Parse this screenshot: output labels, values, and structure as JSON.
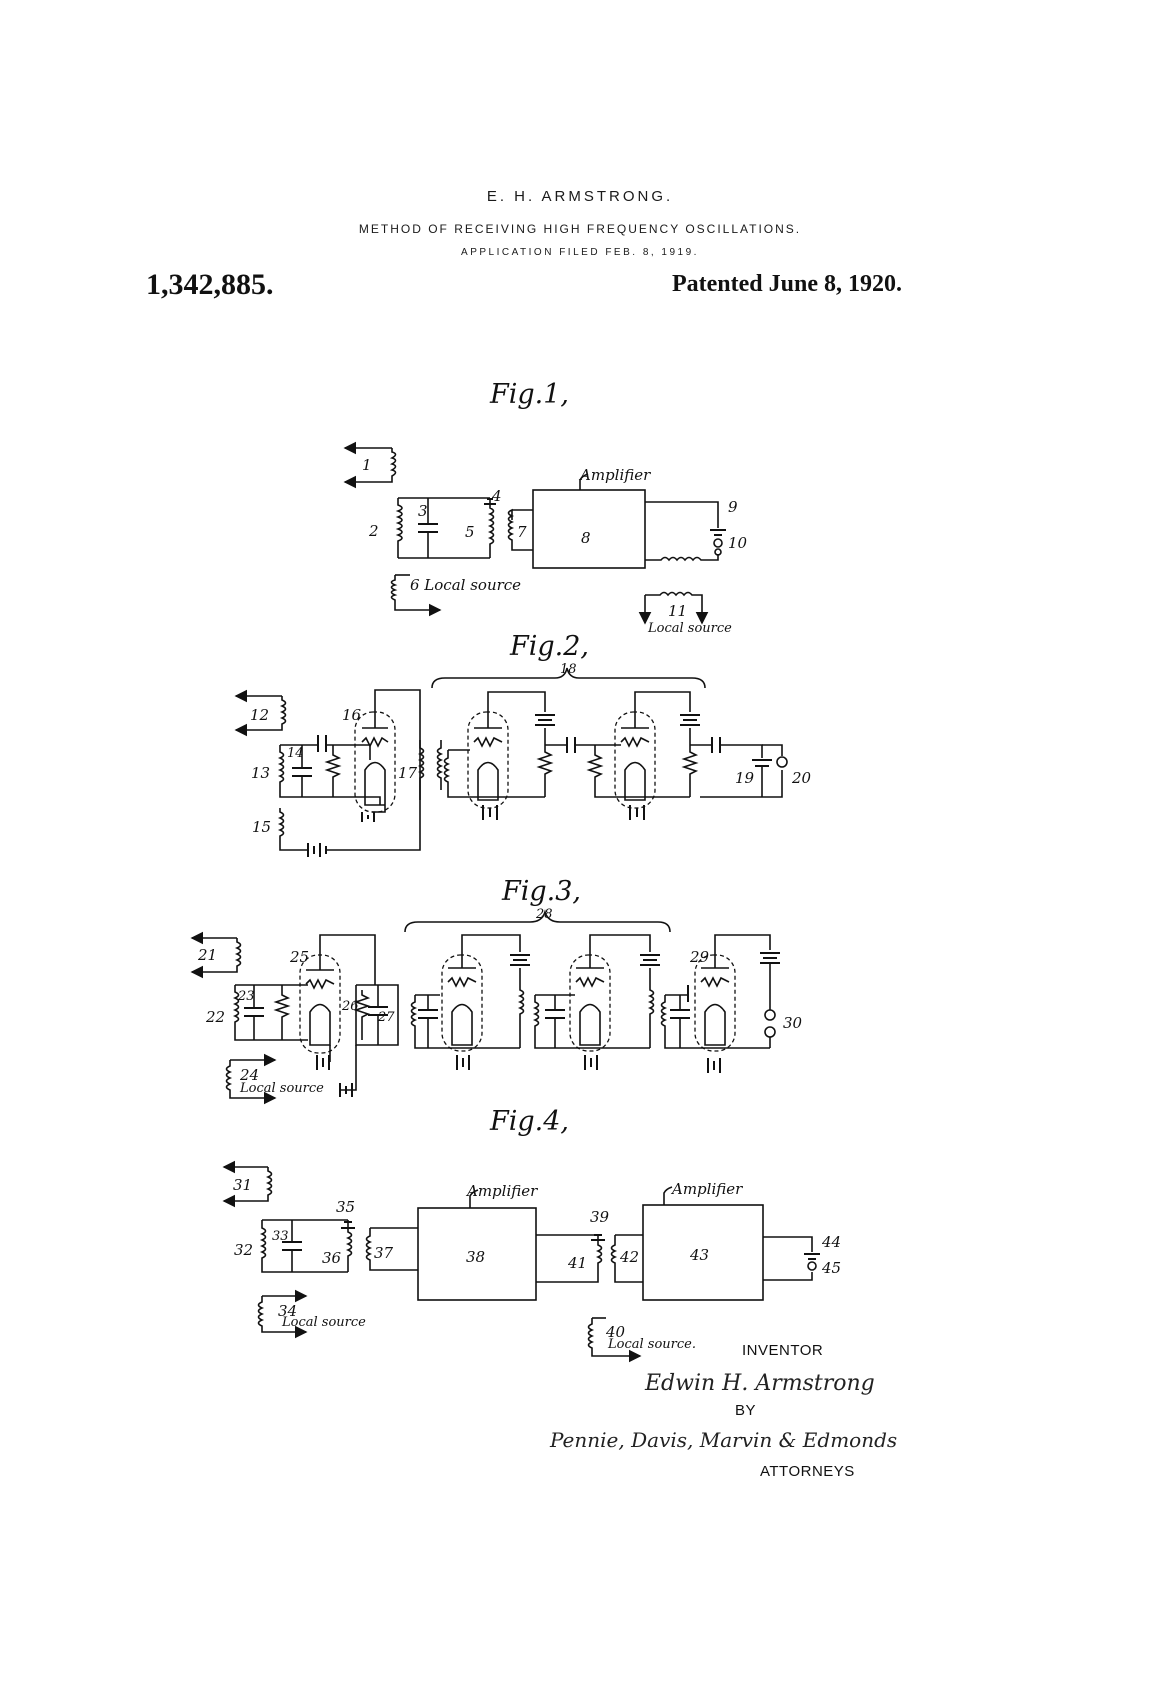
{
  "header": {
    "inventor": "E. H. ARMSTRONG.",
    "title": "METHOD OF RECEIVING HIGH FREQUENCY OSCILLATIONS.",
    "filing": "APPLICATION FILED FEB. 8, 1919.",
    "patent_number": "1,342,885.",
    "patented_date": "Patented June 8, 1920."
  },
  "figures": {
    "fig1": {
      "title": "Fig.1,",
      "amplifier": "Amplifier",
      "ref_1": "1",
      "ref_2": "2",
      "ref_3": "3",
      "ref_4": "4",
      "ref_5": "5",
      "ref_7": "7",
      "ref_8": "8",
      "ref_9": "9",
      "ref_10": "10",
      "local_6": "6 Local source",
      "ref_11": "11",
      "local_11": "Local source"
    },
    "fig2": {
      "title": "Fig.2,",
      "ref_12": "12",
      "ref_13": "13",
      "ref_14": "14",
      "ref_15": "15",
      "ref_16": "16",
      "ref_17": "17",
      "ref_18": "18",
      "ref_19": "19",
      "ref_20": "20"
    },
    "fig3": {
      "title": "Fig.3,",
      "ref_21": "21",
      "ref_22": "22",
      "ref_23": "23",
      "ref_25": "25",
      "ref_26": "26",
      "ref_27": "27",
      "ref_28": "28",
      "ref_29": "29",
      "ref_30": "30",
      "ref_24": "24",
      "local_24": "Local source"
    },
    "fig4": {
      "title": "Fig.4,",
      "amplifier_1": "Amplifier",
      "amplifier_2": "Amplifier",
      "ref_31": "31",
      "ref_32": "32",
      "ref_33": "33",
      "ref_35": "35",
      "ref_36": "36",
      "ref_37": "37",
      "ref_38": "38",
      "ref_39": "39",
      "ref_41": "41",
      "ref_42": "42",
      "ref_43": "43",
      "ref_44": "44",
      "ref_45": "45",
      "ref_34": "34",
      "local_34": "Local source",
      "ref_40": "40",
      "local_40": "Local source."
    }
  },
  "signature_block": {
    "inventor_label": "INVENTOR",
    "inventor_signature": "Edwin H. Armstrong",
    "by_label": "BY",
    "attorneys_signature": "Pennie, Davis, Marvin & Edmonds",
    "attorneys_label": "ATTORNEYS"
  }
}
